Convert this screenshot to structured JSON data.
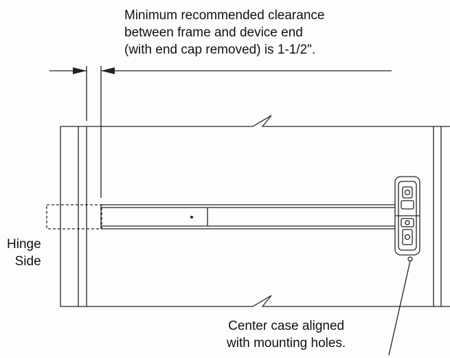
{
  "notes": {
    "clearance": {
      "line1": "Minimum recommended clearance",
      "line2": "between frame and device end",
      "line3": "(with end cap removed) is 1-1/2\"."
    },
    "hinge": {
      "line1": "Hinge",
      "line2": "Side"
    },
    "center_case": {
      "line1": "Center case aligned",
      "line2": "with mounting holes."
    }
  },
  "colors": {
    "line": "#222222",
    "background": "#fdfdfd"
  }
}
